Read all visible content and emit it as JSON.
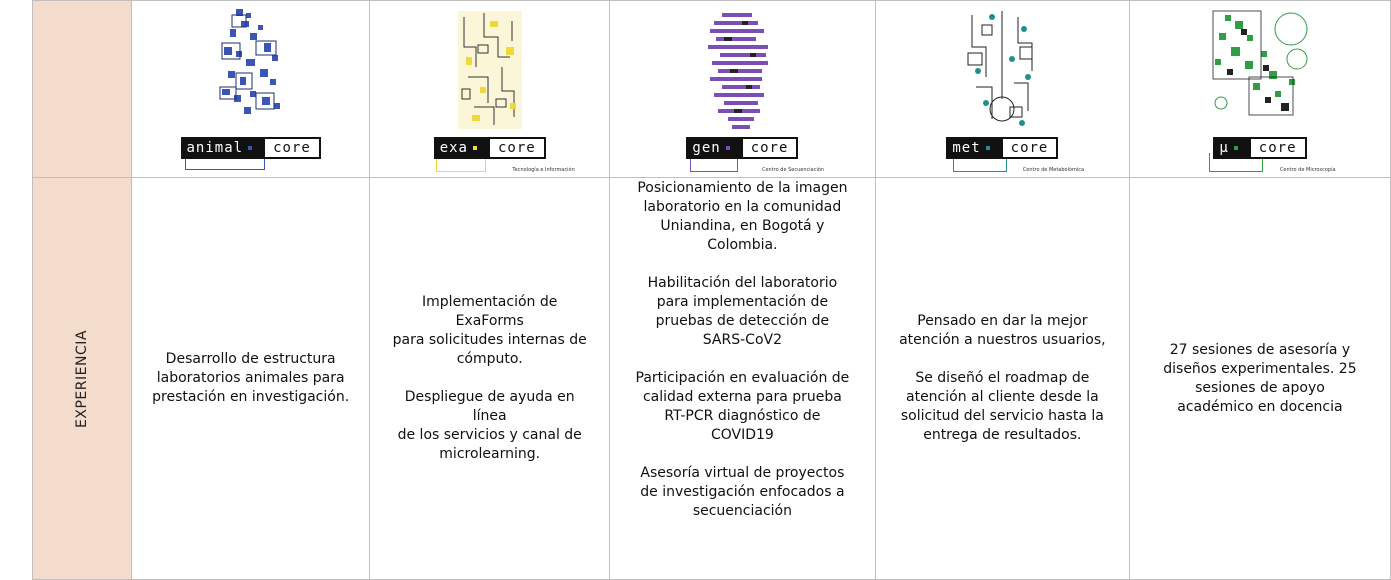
{
  "row_label": "EXPERIENCIA",
  "colors": {
    "tag_bg": "#f4dccd",
    "border": "#bfbfbf"
  },
  "logos": [
    {
      "name": "animal",
      "suffix": "core",
      "subtitle": "",
      "accent": "#3a55b4"
    },
    {
      "name": "exa",
      "suffix": "core",
      "subtitle": "Tecnología e Información",
      "accent": "#f0d93a"
    },
    {
      "name": "gen",
      "suffix": "core",
      "subtitle": "Centro de Secuenciación",
      "accent": "#7a4fb8"
    },
    {
      "name": "met",
      "suffix": "core",
      "subtitle": "Centro de Metabolómica",
      "accent": "#1f8f8f"
    },
    {
      "name": "μ",
      "suffix": "core",
      "subtitle": "Centro de Microscopía",
      "accent": "#2f9e44"
    }
  ],
  "cells": [
    {
      "paragraphs": [
        "Desarrollo de estructura\nlaboratorios animales para\nprestación en investigación."
      ]
    },
    {
      "paragraphs": [
        "Implementación de ExaForms\npara solicitudes internas de\ncómputo.",
        "Despliegue de ayuda en línea\nde los servicios y canal de\nmicrolearning."
      ]
    },
    {
      "paragraphs": [
        "Posicionamiento de la imagen\nlaboratorio en la comunidad\nUniandina, en Bogotá y\nColombia.",
        "Habilitación del laboratorio\npara implementación de\npruebas de detección de\nSARS-CoV2",
        "Participación en evaluación de\ncalidad externa para prueba\nRT-PCR diagnóstico de\nCOVID19",
        "Asesoría virtual de proyectos\nde investigación enfocados a\nsecuenciación"
      ]
    },
    {
      "paragraphs": [
        "Pensado en dar la mejor\natención a nuestros usuarios,",
        "Se diseñó el roadmap de\natención al cliente desde la\nsolicitud del servicio hasta la\nentrega de resultados."
      ]
    },
    {
      "paragraphs": [
        "27 sesiones de asesoría y\ndiseños experimentales. 25\nsesiones de apoyo\nacadémico en docencia"
      ]
    }
  ]
}
